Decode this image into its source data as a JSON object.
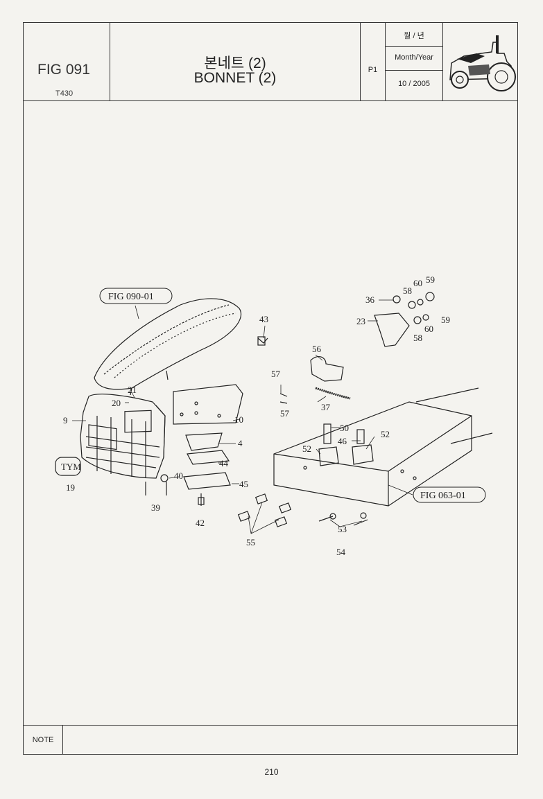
{
  "header": {
    "figure": "FIG 091",
    "model": "T430",
    "title_kr": "본네트 (2)",
    "title_en": "BONNET (2)",
    "page_code": "P1",
    "date_label_kr": "월 / 년",
    "date_label_en": "Month/Year",
    "date_value": "10 / 2005"
  },
  "diagram": {
    "refs": [
      "FIG 090-01",
      "FIG 063-01"
    ],
    "callouts": [
      "43",
      "21",
      "20",
      "9",
      "19",
      "39",
      "40",
      "44",
      "4",
      "10",
      "45",
      "42",
      "57",
      "57",
      "56",
      "37",
      "36",
      "58",
      "60",
      "59",
      "23",
      "59",
      "60",
      "58",
      "50",
      "46",
      "52",
      "52",
      "55",
      "53",
      "54"
    ],
    "emblem_text": "TYM"
  },
  "footer": {
    "note_label": "NOTE",
    "page_number": "210"
  }
}
